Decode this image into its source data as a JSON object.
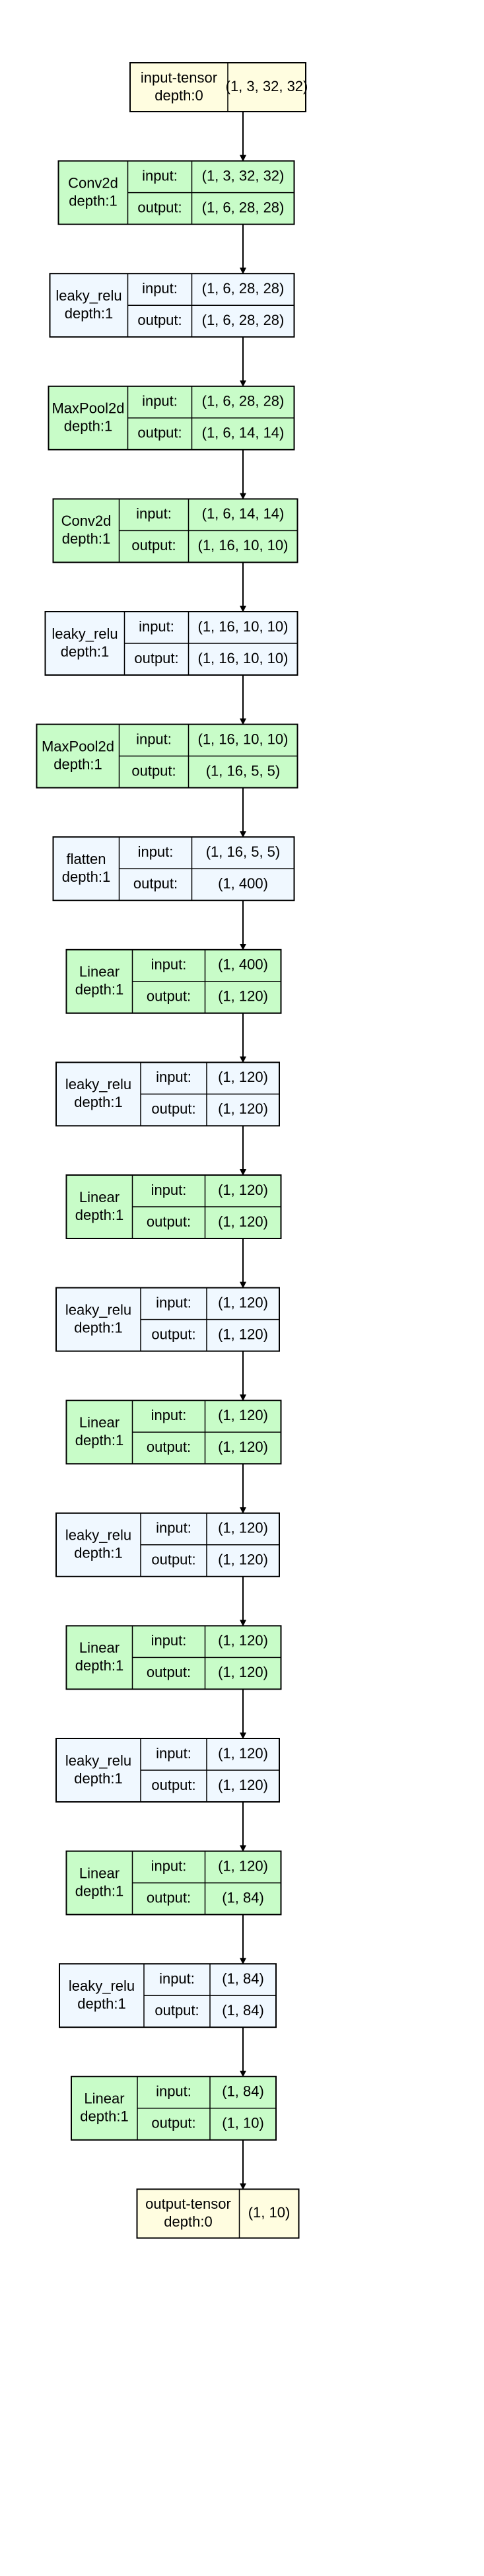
{
  "colors": {
    "tensor_fill": "#fffde0",
    "module_fill": "#c8fcc8",
    "function_fill": "#f0f8ff",
    "stroke": "#000000",
    "edge": "#000000",
    "background": "#ffffff"
  },
  "labels": {
    "input": "input:",
    "output": "output:"
  },
  "nodes": [
    {
      "kind": "tensor",
      "name": "input-tensor",
      "depth": "depth:0",
      "value": "(1, 3, 32, 32)"
    },
    {
      "kind": "module",
      "name": "Conv2d",
      "depth": "depth:1",
      "input": "(1, 3, 32, 32)",
      "output": "(1, 6, 28, 28)"
    },
    {
      "kind": "function",
      "name": "leaky_relu",
      "depth": "depth:1",
      "input": "(1, 6, 28, 28)",
      "output": "(1, 6, 28, 28)"
    },
    {
      "kind": "module",
      "name": "MaxPool2d",
      "depth": "depth:1",
      "input": "(1, 6, 28, 28)",
      "output": "(1, 6, 14, 14)"
    },
    {
      "kind": "module",
      "name": "Conv2d",
      "depth": "depth:1",
      "input": "(1, 6, 14, 14)",
      "output": "(1, 16, 10, 10)"
    },
    {
      "kind": "function",
      "name": "leaky_relu",
      "depth": "depth:1",
      "input": "(1, 16, 10, 10)",
      "output": "(1, 16, 10, 10)"
    },
    {
      "kind": "module",
      "name": "MaxPool2d",
      "depth": "depth:1",
      "input": "(1, 16, 10, 10)",
      "output": "(1, 16, 5, 5)"
    },
    {
      "kind": "function",
      "name": "flatten",
      "depth": "depth:1",
      "input": "(1, 16, 5, 5)",
      "output": "(1, 400)"
    },
    {
      "kind": "module",
      "name": "Linear",
      "depth": "depth:1",
      "input": "(1, 400)",
      "output": "(1, 120)"
    },
    {
      "kind": "function",
      "name": "leaky_relu",
      "depth": "depth:1",
      "input": "(1, 120)",
      "output": "(1, 120)"
    },
    {
      "kind": "module",
      "name": "Linear",
      "depth": "depth:1",
      "input": "(1, 120)",
      "output": "(1, 120)"
    },
    {
      "kind": "function",
      "name": "leaky_relu",
      "depth": "depth:1",
      "input": "(1, 120)",
      "output": "(1, 120)"
    },
    {
      "kind": "module",
      "name": "Linear",
      "depth": "depth:1",
      "input": "(1, 120)",
      "output": "(1, 120)"
    },
    {
      "kind": "function",
      "name": "leaky_relu",
      "depth": "depth:1",
      "input": "(1, 120)",
      "output": "(1, 120)"
    },
    {
      "kind": "module",
      "name": "Linear",
      "depth": "depth:1",
      "input": "(1, 120)",
      "output": "(1, 120)"
    },
    {
      "kind": "function",
      "name": "leaky_relu",
      "depth": "depth:1",
      "input": "(1, 120)",
      "output": "(1, 120)"
    },
    {
      "kind": "module",
      "name": "Linear",
      "depth": "depth:1",
      "input": "(1, 120)",
      "output": "(1, 84)"
    },
    {
      "kind": "function",
      "name": "leaky_relu",
      "depth": "depth:1",
      "input": "(1, 84)",
      "output": "(1, 84)"
    },
    {
      "kind": "module",
      "name": "Linear",
      "depth": "depth:1",
      "input": "(1, 84)",
      "output": "(1, 10)"
    },
    {
      "kind": "tensor",
      "name": "output-tensor",
      "depth": "depth:0",
      "value": "(1, 10)"
    }
  ]
}
